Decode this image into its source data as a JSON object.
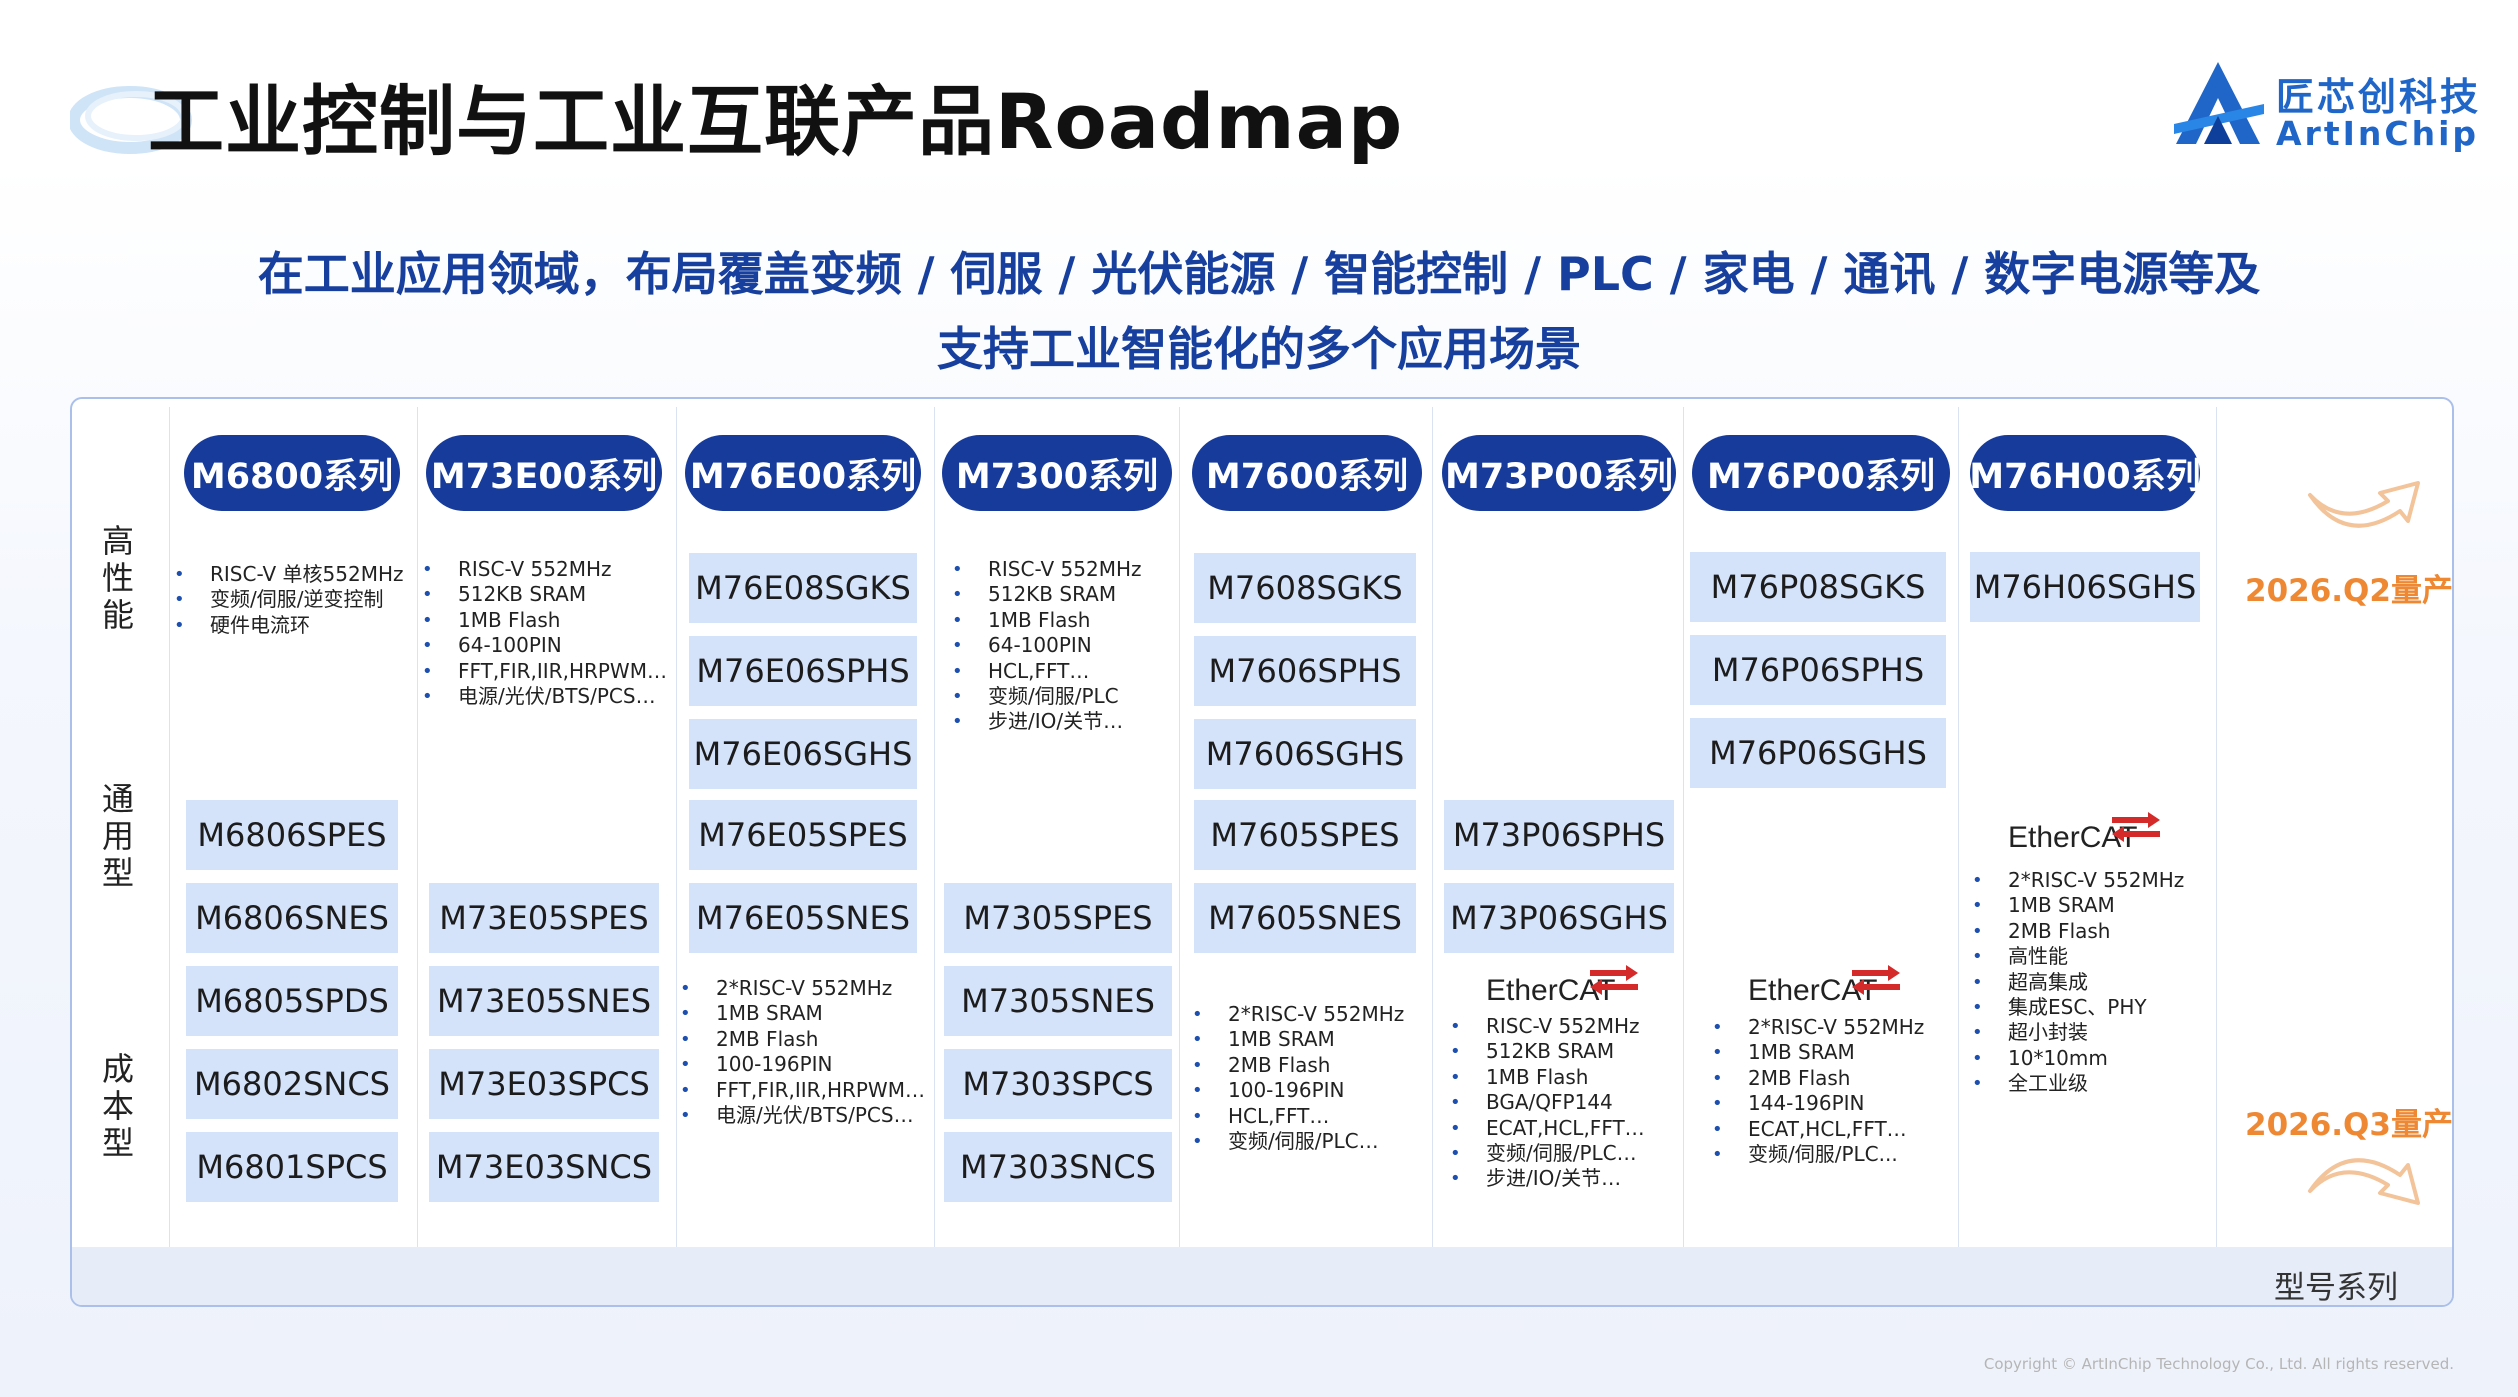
{
  "header": {
    "title": "工业控制与工业互联产品Roadmap",
    "logo_cn": "匠芯创科技",
    "logo_en": "ArtInChip",
    "subtitle_line1": "在工业应用领域，布局覆盖变频 / 伺服 / 光伏能源 / 智能控制 / PLC / 家电 / 通讯 / 数字电源等及",
    "subtitle_line2": "支持工业智能化的多个应用场景"
  },
  "tiers": {
    "high": "高性能",
    "general": "通用型",
    "cost": "成本型"
  },
  "series": [
    {
      "name": "M6800系列",
      "models": [
        "M6806SPES",
        "M6806SNES",
        "M6805SPDS",
        "M6802SNCS",
        "M6801SPCS"
      ],
      "specs": [
        "RISC-V 单核552MHz",
        "变频/伺服/逆变控制",
        "硬件电流环"
      ]
    },
    {
      "name": "M73E00系列",
      "models": [
        "M73E05SPES",
        "M73E05SNES",
        "M73E03SPCS",
        "M73E03SNCS"
      ],
      "specs": [
        "RISC-V 552MHz",
        "512KB SRAM",
        "1MB Flash",
        "64-100PIN",
        "FFT,FIR,IIR,HRPWM…",
        "电源/光伏/BTS/PCS…"
      ]
    },
    {
      "name": "M76E00系列",
      "models": [
        "M76E08SGKS",
        "M76E06SPHS",
        "M76E06SGHS",
        "M76E05SPES",
        "M76E05SNES"
      ],
      "specs": [
        "2*RISC-V 552MHz",
        "1MB SRAM",
        "2MB Flash",
        "100-196PIN",
        "FFT,FIR,IIR,HRPWM…",
        "电源/光伏/BTS/PCS…"
      ]
    },
    {
      "name": "M7300系列",
      "models": [
        "M7305SPES",
        "M7305SNES",
        "M7303SPCS",
        "M7303SNCS"
      ],
      "specs": [
        "RISC-V 552MHz",
        "512KB SRAM",
        "1MB Flash",
        "64-100PIN",
        "HCL,FFT…",
        "变频/伺服/PLC",
        "步进/IO/关节…"
      ]
    },
    {
      "name": "M7600系列",
      "models": [
        "M7608SGKS",
        "M7606SPHS",
        "M7606SGHS",
        "M7605SPES",
        "M7605SNES"
      ],
      "specs": [
        "2*RISC-V 552MHz",
        "1MB SRAM",
        "2MB Flash",
        "100-196PIN",
        "HCL,FFT…",
        "变频/伺服/PLC…"
      ]
    },
    {
      "name": "M73P00系列",
      "models": [
        "M73P06SPHS",
        "M73P06SGHS"
      ],
      "badge": "EtherCAT",
      "specs": [
        "RISC-V 552MHz",
        "512KB SRAM",
        "1MB Flash",
        "BGA/QFP144",
        "ECAT,HCL,FFT…",
        "变频/伺服/PLC…",
        "步进/IO/关节…"
      ]
    },
    {
      "name": "M76P00系列",
      "models": [
        "M76P08SGKS",
        "M76P06SPHS",
        "M76P06SGHS"
      ],
      "badge": "EtherCAT",
      "specs": [
        "2*RISC-V 552MHz",
        "1MB SRAM",
        "2MB Flash",
        "144-196PIN",
        "ECAT,HCL,FFT…",
        "变频/伺服/PLC..."
      ]
    },
    {
      "name": "M76H00系列",
      "models": [
        "M76H06SGHS"
      ],
      "badge": "EtherCAT",
      "specs": [
        "2*RISC-V 552MHz",
        "1MB SRAM",
        "2MB Flash",
        "高性能",
        "超高集成",
        "集成ESC、PHY",
        "超小封装",
        "10*10mm",
        "全工业级"
      ]
    }
  ],
  "timeline": {
    "q2": "2026.Q2量产",
    "q3": "2026.Q3量产"
  },
  "footer_label": "型号系列",
  "copyright": "Copyright © ArtInChip Technology Co., Ltd. All rights reserved.",
  "colors": {
    "series_pill": "#163b9a",
    "model_box": "#d4e2fa",
    "subtitle": "#173f9e",
    "production": "#ee8833",
    "ethercat_red": "#d42a2a"
  }
}
